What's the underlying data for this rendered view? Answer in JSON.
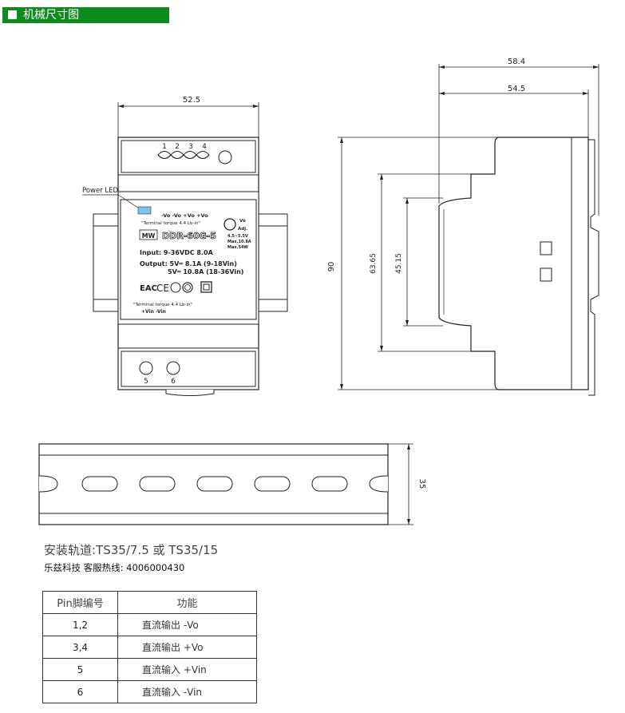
{
  "header": {
    "title": "机械尺寸图"
  },
  "front_view": {
    "width_label": "52.5",
    "top_pins": [
      "1",
      "2",
      "3",
      "4"
    ],
    "bottom_pins": [
      "5",
      "6"
    ],
    "power_led_label": "Power LED",
    "output_terminals": "-Vo  -Vo  +Vo  +Vo",
    "terminal_torque_top": "\"Terminal torque 4.4 Lb-in\"",
    "vo_adj_label_1": "Vo",
    "vo_adj_label_2": "Adj.",
    "vo_range_1": "4.5~5.5V",
    "vo_range_2": "Max.10.8A",
    "vo_range_3": "Max.54W",
    "brand": "MW",
    "model": "DDR-60G-5",
    "input_line": "Input:   9-36VDC   8.0A",
    "output_line_1": "Output:  5V═ 8.1A (9-18Vin)",
    "output_line_2": "5V═ 10.8A (18-36Vin)",
    "cert_eac": "EAC",
    "cert_ce": "CE",
    "terminal_torque_bottom": "\"Terminal torque 4.4 Lb-in\"",
    "input_terminals": "+Vin        -Vin"
  },
  "side_view": {
    "height_label": "90",
    "dim_6365": "63.65",
    "dim_4515": "45.15",
    "dim_584": "58.4",
    "dim_545": "54.5"
  },
  "rail_view": {
    "height_label": "35"
  },
  "rail_info": "安装轨道:TS35/7.5 或 TS35/15",
  "hotline": "乐兹科技 客服热线: 4006000430",
  "pin_table": {
    "headers": [
      "Pin脚编号",
      "功能"
    ],
    "rows": [
      {
        "pin": "1,2",
        "function": "直流输出 -Vo"
      },
      {
        "pin": "3,4",
        "function": "直流输出 +Vo"
      },
      {
        "pin": "5",
        "function": "直流输入 +Vin"
      },
      {
        "pin": "6",
        "function": "直流输入 -Vin"
      }
    ]
  }
}
